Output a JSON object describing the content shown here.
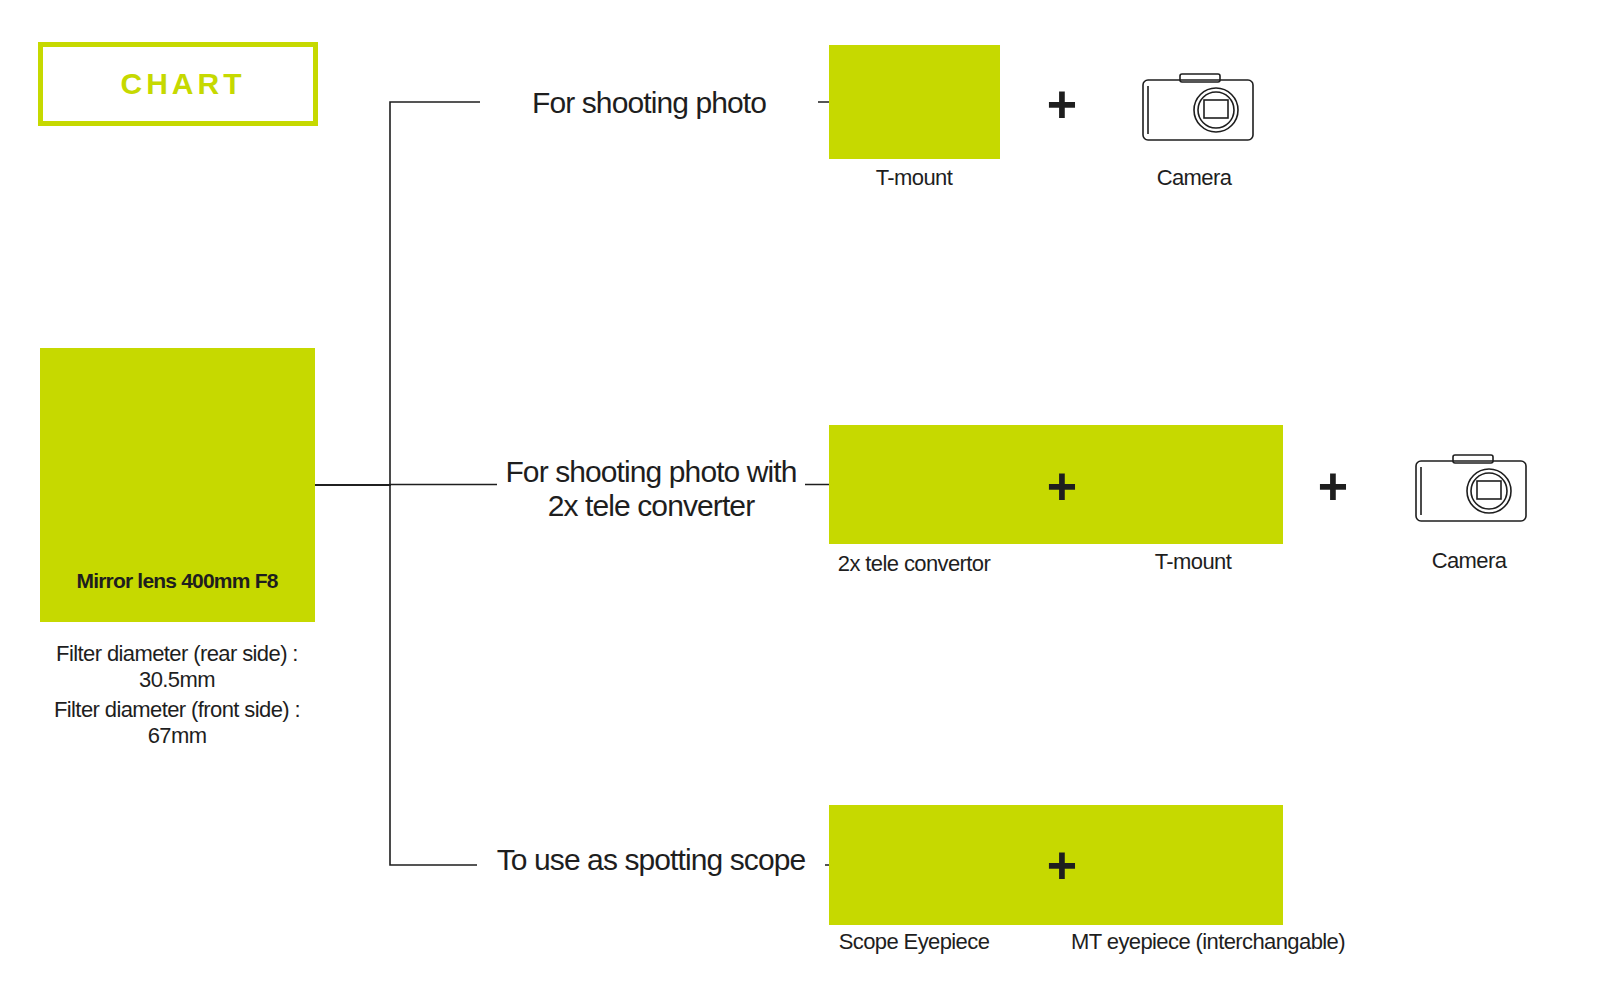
{
  "diagram": {
    "nodes": [
      {
        "text": [
          "CHART"
        ]
      },
      {
        "text": [
          "Mirror lens 400mm F8"
        ]
      },
      {
        "text": [
          "T-mount"
        ]
      },
      {
        "text": [
          "2x tele convertor",
          "T-mount"
        ]
      },
      {
        "text": [
          "Scope Eyepiece",
          "MT eyepiece (interchangable)"
        ]
      }
    ],
    "edges": [
      {
        "from": 1,
        "to": 2,
        "arrow": "none",
        "label": "For shooting photo"
      },
      {
        "from": 1,
        "to": 3,
        "arrow": "none",
        "label": "For shooting photo with 2x tele converter"
      },
      {
        "from": 1,
        "to": 4,
        "arrow": "none",
        "label": "To use as spotting scope"
      }
    ],
    "labels": [
      "Filter diameter (rear side) :",
      "30.5mm",
      "Filter diameter (front side) :",
      "67mm",
      "+",
      "Camera",
      "+",
      "+",
      "Camera",
      "+"
    ]
  }
}
